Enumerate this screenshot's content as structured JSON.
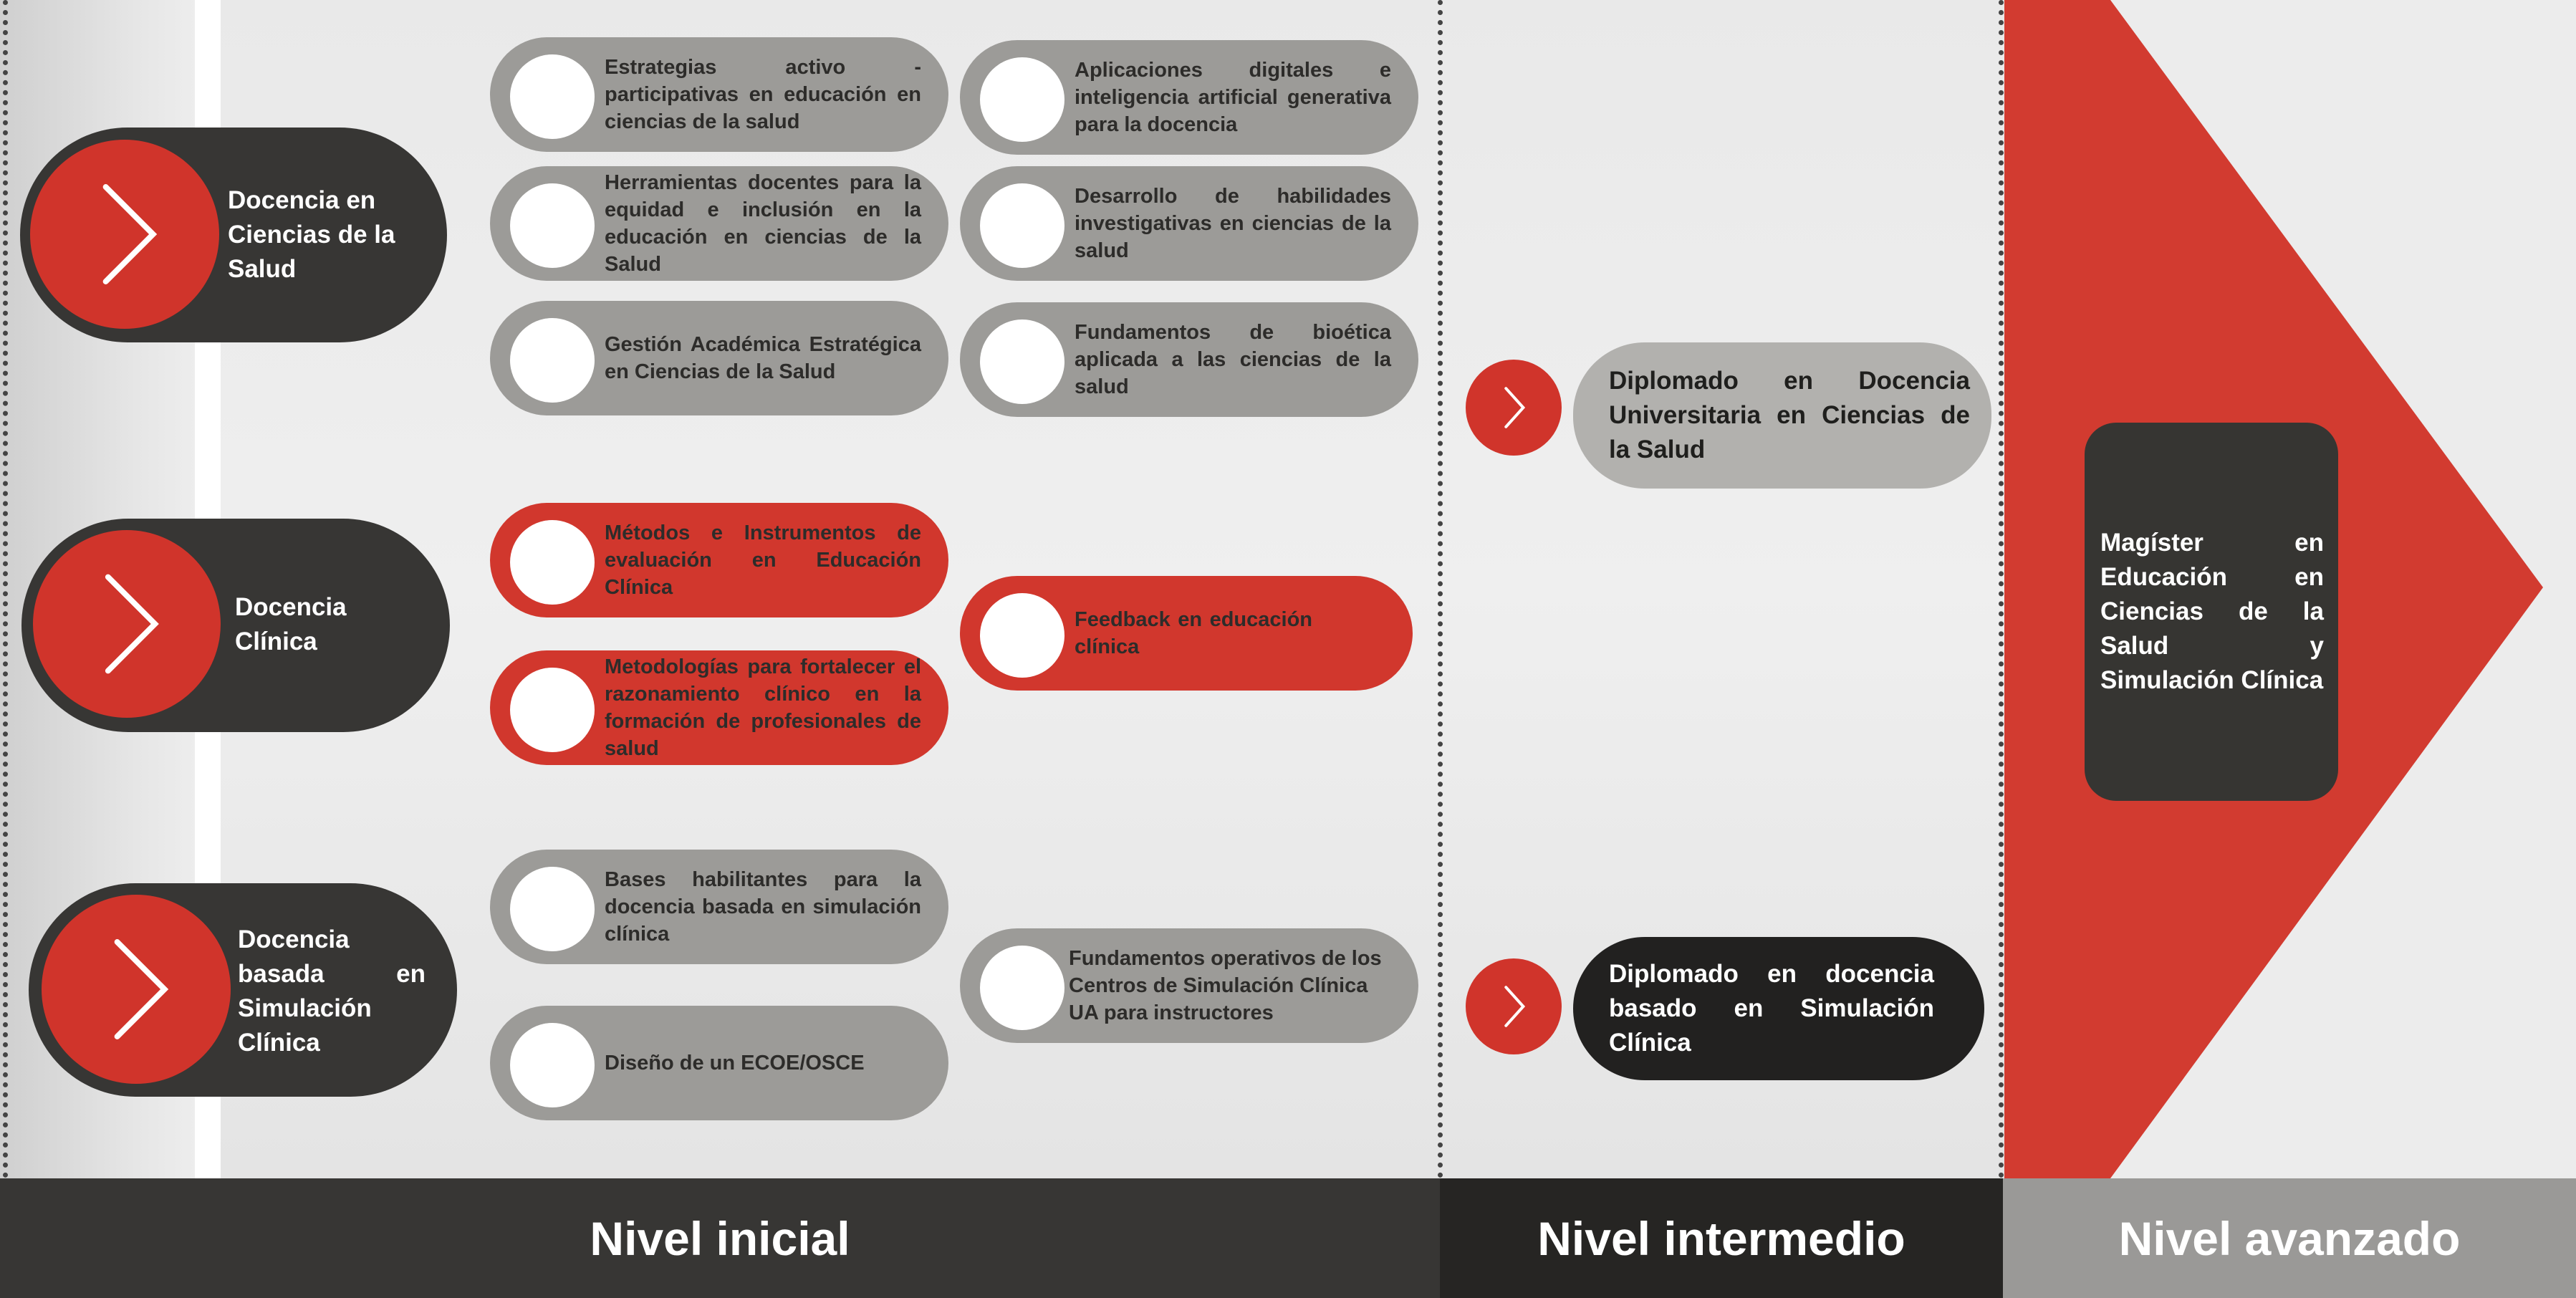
{
  "categories": [
    {
      "label": "Docencia en Ciencias de la Salud"
    },
    {
      "label": "Docencia Clínica"
    },
    {
      "label": "Docencia basada en Simulación Clínica"
    }
  ],
  "courses": {
    "salud_col1": [
      "Estrategias activo - participativas en educación en ciencias de la salud",
      "Herramientas docentes para la equidad e inclusión en la educación en ciencias de la Salud",
      "Gestión Académica Estratégica en Ciencias de la Salud"
    ],
    "salud_col2": [
      "Aplicaciones digitales e inteligencia artificial generativa para la docencia",
      "Desarrollo de habilidades investigativas en ciencias de la salud",
      "Fundamentos de bioética aplicada a las ciencias de la salud"
    ],
    "clinica_col1": [
      "Métodos e Instrumentos de evaluación en Educación Clínica",
      "Metodologías para fortalecer el razonamiento clínico en la formación de profesionales de salud"
    ],
    "clinica_col2": [
      "Feedback en educación clínica"
    ],
    "simulacion_col1": [
      "Bases habilitantes para la docencia basada en simulación clínica",
      "Diseño de un ECOE/OSCE"
    ],
    "simulacion_col2": [
      "Fundamentos operativos de los Centros de Simulación Clínica UA para instructores"
    ]
  },
  "diplomas": [
    {
      "label": "Diplomado en Docencia Universitaria en Ciencias de la Salud"
    },
    {
      "label": "Diplomado en docencia basado en Simulación Clínica"
    }
  ],
  "magister": {
    "label": "Magíster en Educación en Ciencias de la Salud y Simulación Clínica"
  },
  "levels": {
    "inicial": "Nivel inicial",
    "intermedio": "Nivel intermedio",
    "avanzado": "Nivel avanzado"
  },
  "colors": {
    "red": "#d0342b",
    "dark": "#373634",
    "gray": "#9c9b98",
    "light_gray": "#b2b1ae",
    "footer_dark": "#373634",
    "footer_darker": "#262523",
    "footer_gray": "#9a9997"
  },
  "icons": {
    "category": "chevron-right-icon",
    "diploma": "chevron-right-icon"
  }
}
